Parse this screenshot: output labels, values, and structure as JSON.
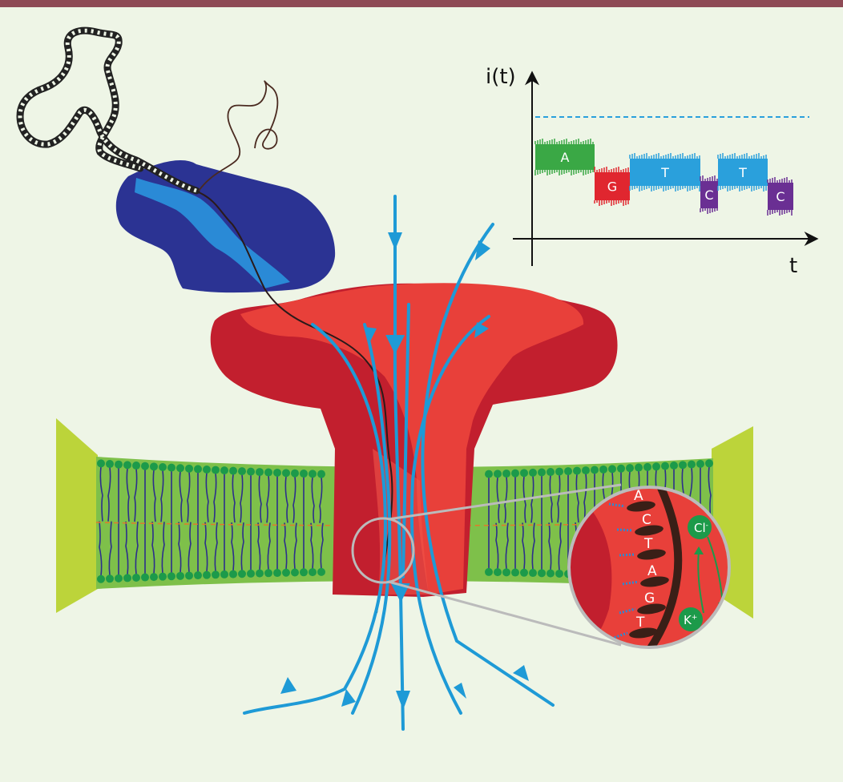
{
  "diagram": {
    "graph": {
      "y_axis_label": "i(t)",
      "x_axis_label": "t",
      "segments": [
        {
          "base": "A",
          "color": "#3aa845"
        },
        {
          "base": "G",
          "color": "#e0262f"
        },
        {
          "base": "T",
          "color": "#2aa0dc"
        },
        {
          "base": "C",
          "color": "#6a2f93"
        },
        {
          "base": "T",
          "color": "#2aa0dc"
        },
        {
          "base": "C",
          "color": "#6a2f93"
        }
      ]
    },
    "zoom_bases": [
      "A",
      "C",
      "T",
      "A",
      "G",
      "T"
    ],
    "ions": {
      "chloride": "Cl",
      "chloride_charge": "-",
      "potassium": "K",
      "potassium_charge": "+"
    },
    "colors": {
      "background": "#eef5e6",
      "top_bar": "#8e4a55",
      "pore_dark": "#c21f2e",
      "pore_light": "#e8403a",
      "membrane": "#7ec04a",
      "membrane_end": "#bcd43a",
      "lipid_head": "#1c9a4a",
      "lipid_tail": "#2c2f8c",
      "flow_line": "#1e9ad6",
      "enzyme_dark": "#2b3393",
      "enzyme_light": "#2a8ad6",
      "ion_badge": "#1c9a4a"
    }
  }
}
